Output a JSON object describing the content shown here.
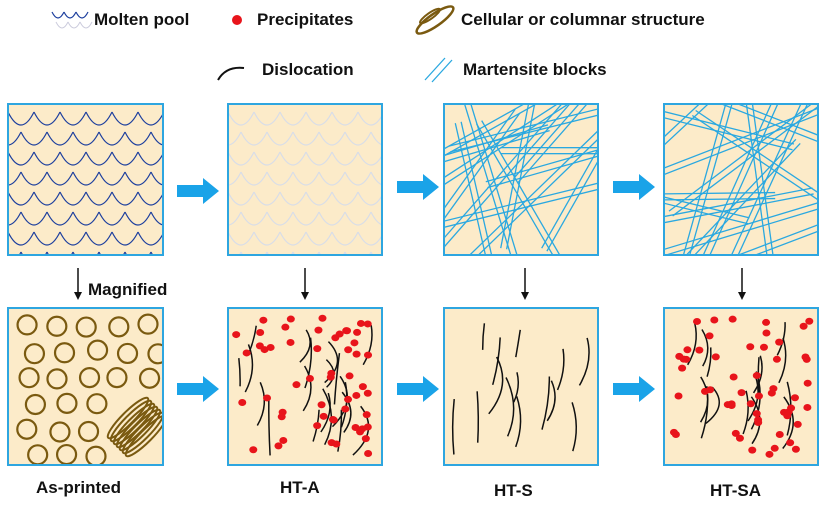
{
  "legend": {
    "molten_pool": "Molten pool",
    "precipitates": "Precipitates",
    "cellular": "Cellular or columnar structure",
    "dislocation": "Dislocation",
    "martensite": "Martensite blocks"
  },
  "magnified_label": "Magnified",
  "panels": [
    "As-printed",
    "HT-A",
    "HT-S",
    "HT-SA"
  ],
  "colors": {
    "panel_fill": "#fcebc9",
    "panel_border": "#2ea6e0",
    "arrow": "#1aa3e8",
    "pool": "#1d3f9e",
    "precipitate": "#e8141b",
    "cell": "#7a5a10",
    "martensite": "#2aa8e0"
  }
}
